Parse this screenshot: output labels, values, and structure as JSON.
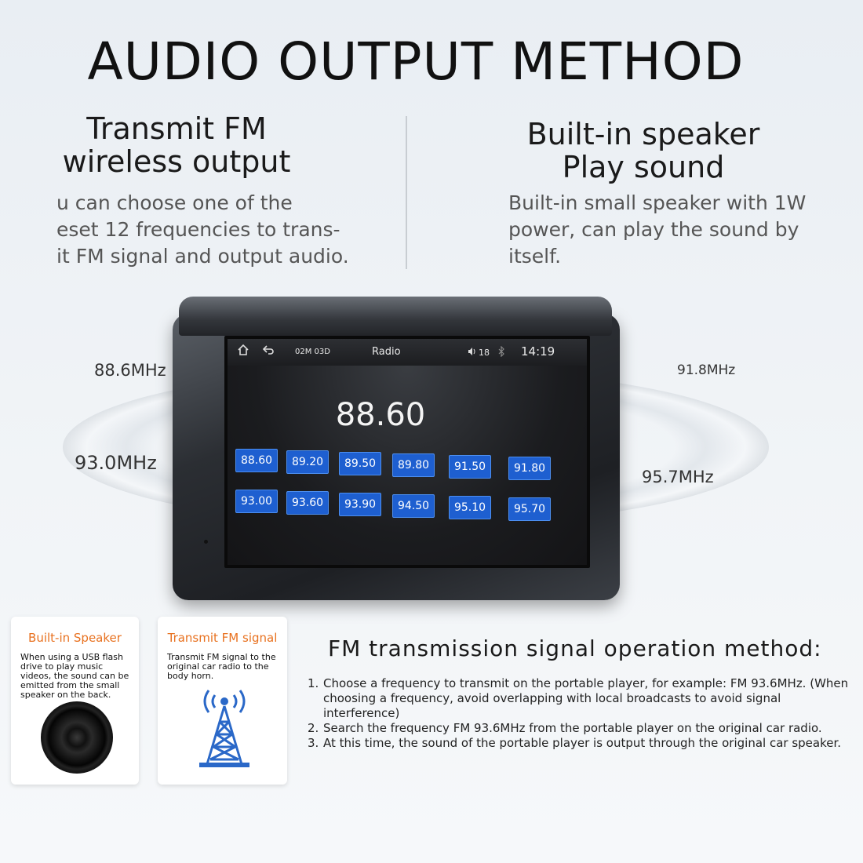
{
  "header": {
    "title": "AUDIO OUTPUT METHOD"
  },
  "left_col": {
    "title_line1": "Transmit FM",
    "title_line2": "wireless output",
    "desc_lines": [
      "u can choose one of the",
      "eset 12 frequencies to trans-",
      "it FM signal and output audio."
    ]
  },
  "right_col": {
    "title_line1": "Built-in speaker",
    "title_line2": "Play sound",
    "desc_lines": [
      "Built-in small speaker with 1W",
      "power, can play the sound by",
      "itself."
    ]
  },
  "freq_labels": {
    "top_left": "88.6MHz",
    "bottom_left": "93.0MHz",
    "top_right": "91.8MHz",
    "bottom_right": "95.7MHz"
  },
  "device": {
    "status": {
      "date": "02M 03D",
      "title": "Radio",
      "volume": "18",
      "time": "14:19"
    },
    "current_freq": "88.60",
    "presets_row1": [
      "88.60",
      "89.20",
      "89.50",
      "89.80",
      "91.50",
      "91.80"
    ],
    "presets_row2": [
      "93.00",
      "93.60",
      "93.90",
      "94.50",
      "95.10",
      "95.70"
    ]
  },
  "cards": {
    "speaker": {
      "title": "Built-in Speaker",
      "text": "When using a USB flash drive to play music videos, the sound can be emitted from the small speaker on the back."
    },
    "fm": {
      "title": "Transmit FM signal",
      "text": "Transmit FM signal to the original car radio to the body horn."
    }
  },
  "method": {
    "title": "FM transmission signal operation method:",
    "steps": [
      {
        "num": "1.",
        "text": "Choose a frequency to transmit on the portable player, for example: FM 93.6MHz. (When choosing a frequency, avoid overlapping with local broadcasts to avoid signal interference)"
      },
      {
        "num": "2.",
        "text": "Search the frequency FM 93.6MHz from the portable player on the original car radio."
      },
      {
        "num": "3.",
        "text": "At this time, the sound of the portable player is output through the original car speaker."
      }
    ]
  },
  "colors": {
    "accent": "#e8711f",
    "preset_blue": "#1e5fd0"
  }
}
